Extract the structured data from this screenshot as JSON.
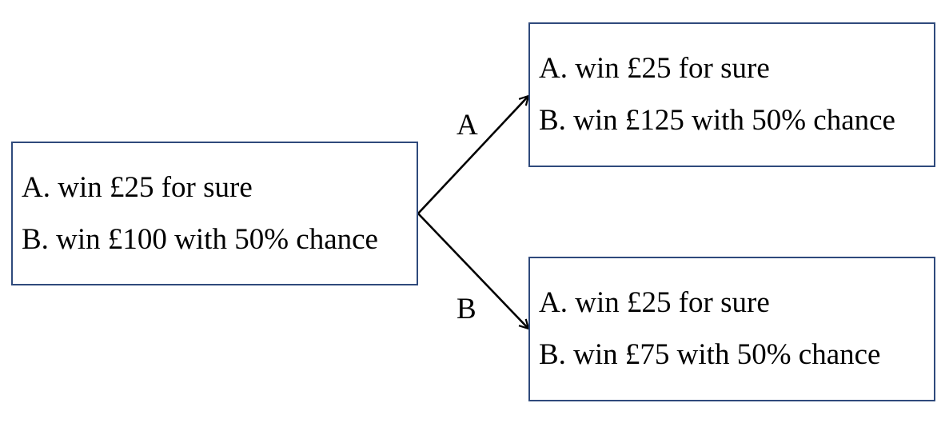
{
  "start": {
    "option_a": "A. win £25 for sure",
    "option_b": "B. win £100 with 50% chance"
  },
  "after_a": {
    "option_a": "A. win £25 for sure",
    "option_b": "B. win £125 with 50% chance"
  },
  "after_b": {
    "option_a": "A. win £25 for sure",
    "option_b": "B. win £75 with 50% chance"
  },
  "edges": {
    "a_label": "A",
    "b_label": "B"
  },
  "colors": {
    "box_border": "#2f4a7c",
    "arrow": "#000000"
  }
}
